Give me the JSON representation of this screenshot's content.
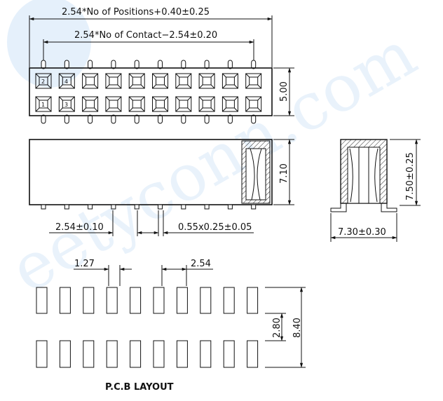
{
  "dimensions": {
    "overall_width": "2.54*No of Positions+0.40±0.25",
    "contact_span": "2.54*No of Contact−2.54±0.20",
    "top_height": "5.00",
    "body_height": "7.10",
    "pitch_side": "2.54±0.10",
    "pin_section": "0.55x0.25±0.05",
    "end_height": "7.50±0.25",
    "end_width": "7.30±0.30",
    "pad_width": "1.27",
    "pad_pitch": "2.54",
    "row_spacing": "2.80",
    "layout_height": "8.40"
  },
  "pin_numbers": [
    "2",
    "4",
    "1",
    "3"
  ],
  "pcb_label": "P.C.B  LAYOUT",
  "positions_per_row": 10,
  "watermark_text": "eetyconn.com"
}
